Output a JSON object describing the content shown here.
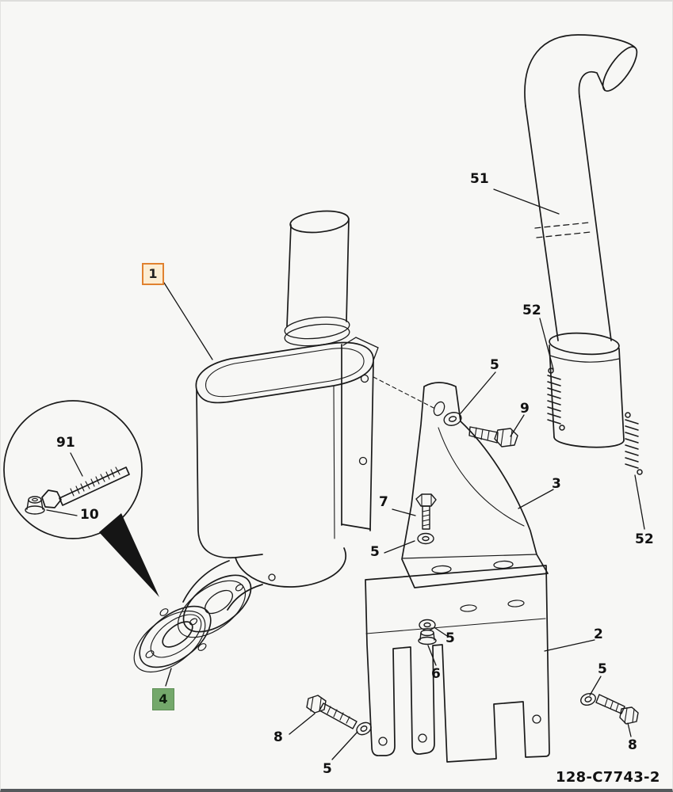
{
  "page": {
    "background_color": "#f7f7f5"
  },
  "diagram": {
    "drawing_number": "128-C7743-2",
    "highlight_colors": {
      "selected_orange_border": "#e0812f",
      "selected_orange_fill": "#fcedd3",
      "selected_green_fill": "#74a86b"
    },
    "callouts": {
      "c1": "1",
      "c2": "2",
      "c3": "3",
      "c4": "4",
      "c5a": "5",
      "c5b": "5",
      "c5c": "5",
      "c5d": "5",
      "c5e": "5",
      "c6": "6",
      "c7": "7",
      "c8a": "8",
      "c8b": "8",
      "c9": "9",
      "c10": "10",
      "c51": "51",
      "c52a": "52",
      "c52b": "52",
      "c91": "91"
    }
  }
}
